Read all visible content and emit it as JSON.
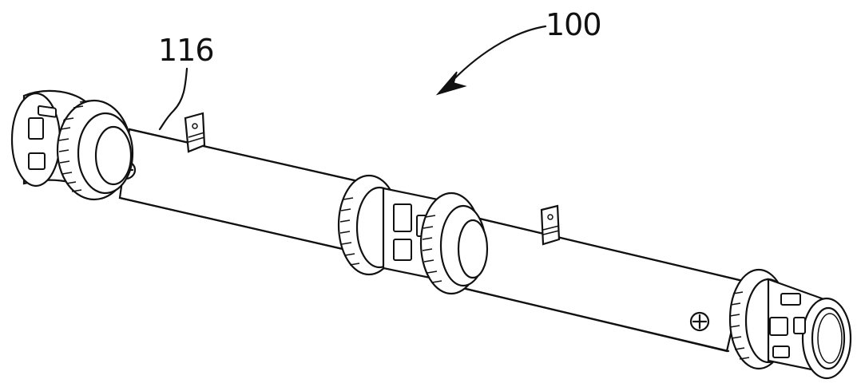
{
  "labels": {
    "assembly_ref": "100",
    "pipe_ref": "116"
  },
  "colors": {
    "ink": "#111111",
    "background": "#ffffff"
  },
  "figure": {
    "parts": [
      "left-end-cap",
      "left-union-nut",
      "left-pipe-section",
      "middle-union-nut-left",
      "middle-coupling-sleeve",
      "middle-union-nut-right",
      "right-pipe-section",
      "right-union-nut",
      "right-end-cap",
      "left-mounting-tab",
      "right-mounting-tab",
      "minus-marking",
      "plus-marking"
    ]
  }
}
